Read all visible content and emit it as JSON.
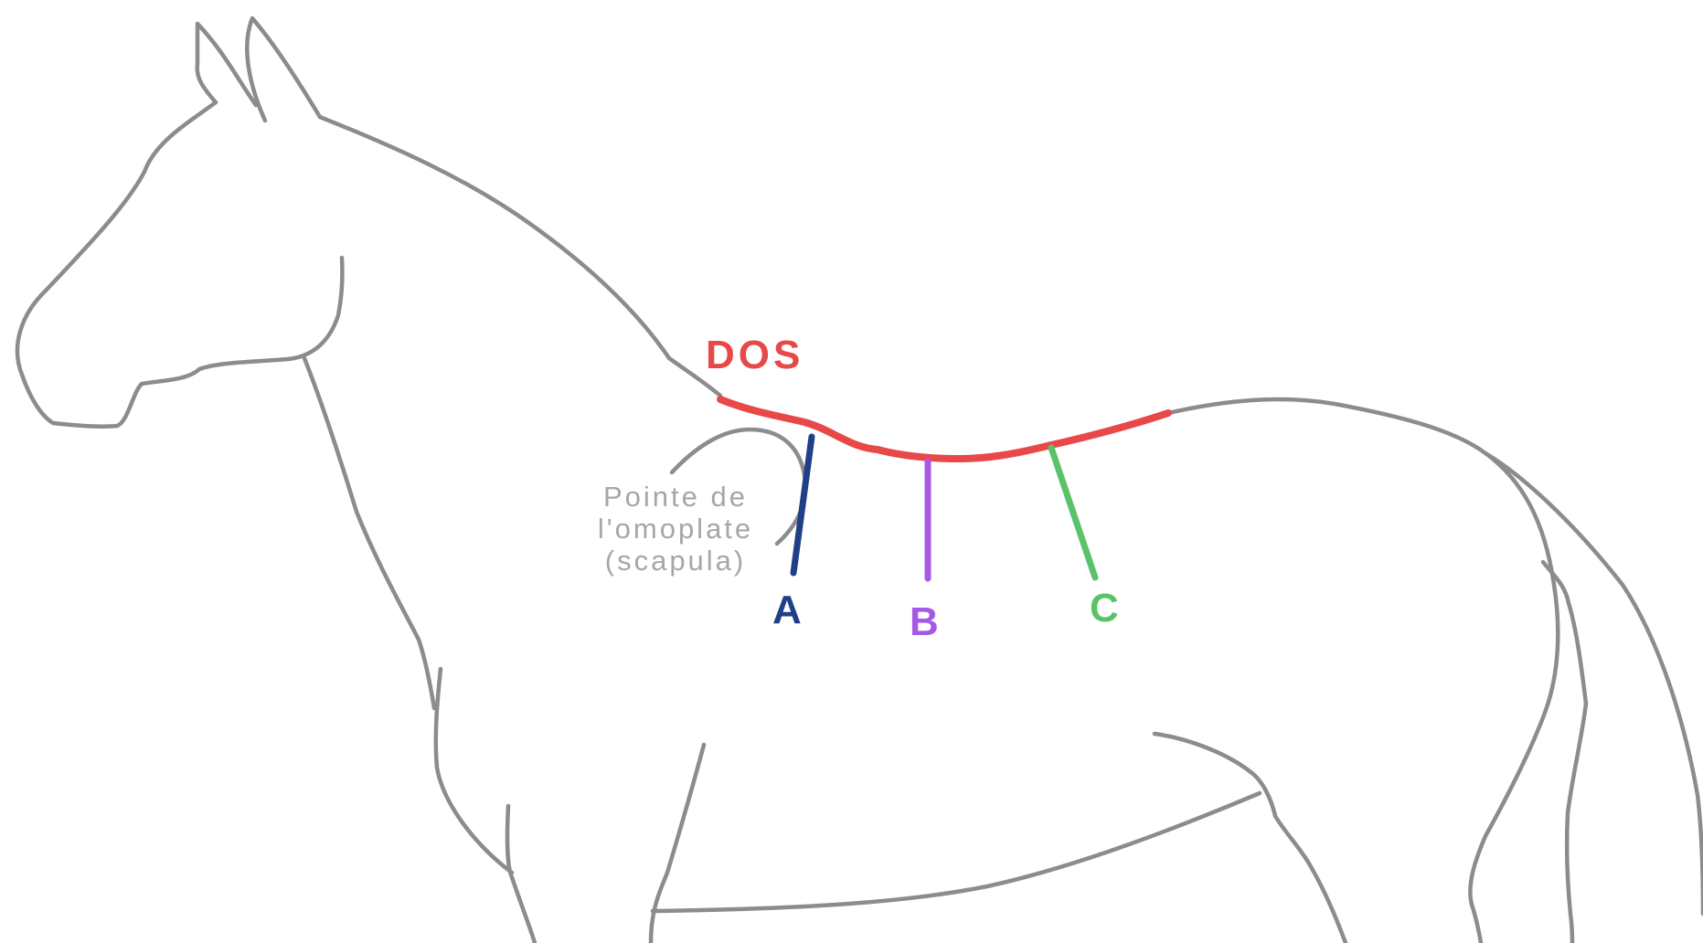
{
  "labels": {
    "dos": "DOS",
    "a": "A",
    "b": "B",
    "c": "C",
    "scapula_line1": "Pointe de",
    "scapula_line2": "l'omoplate",
    "scapula_line3": "(scapula)"
  },
  "colors": {
    "outline": "#8c8c8c",
    "dos": "#e84848",
    "a": "#1f3f86",
    "b": "#a45ae6",
    "c": "#5cc26a",
    "scapula_text": "#a6a6a6"
  }
}
